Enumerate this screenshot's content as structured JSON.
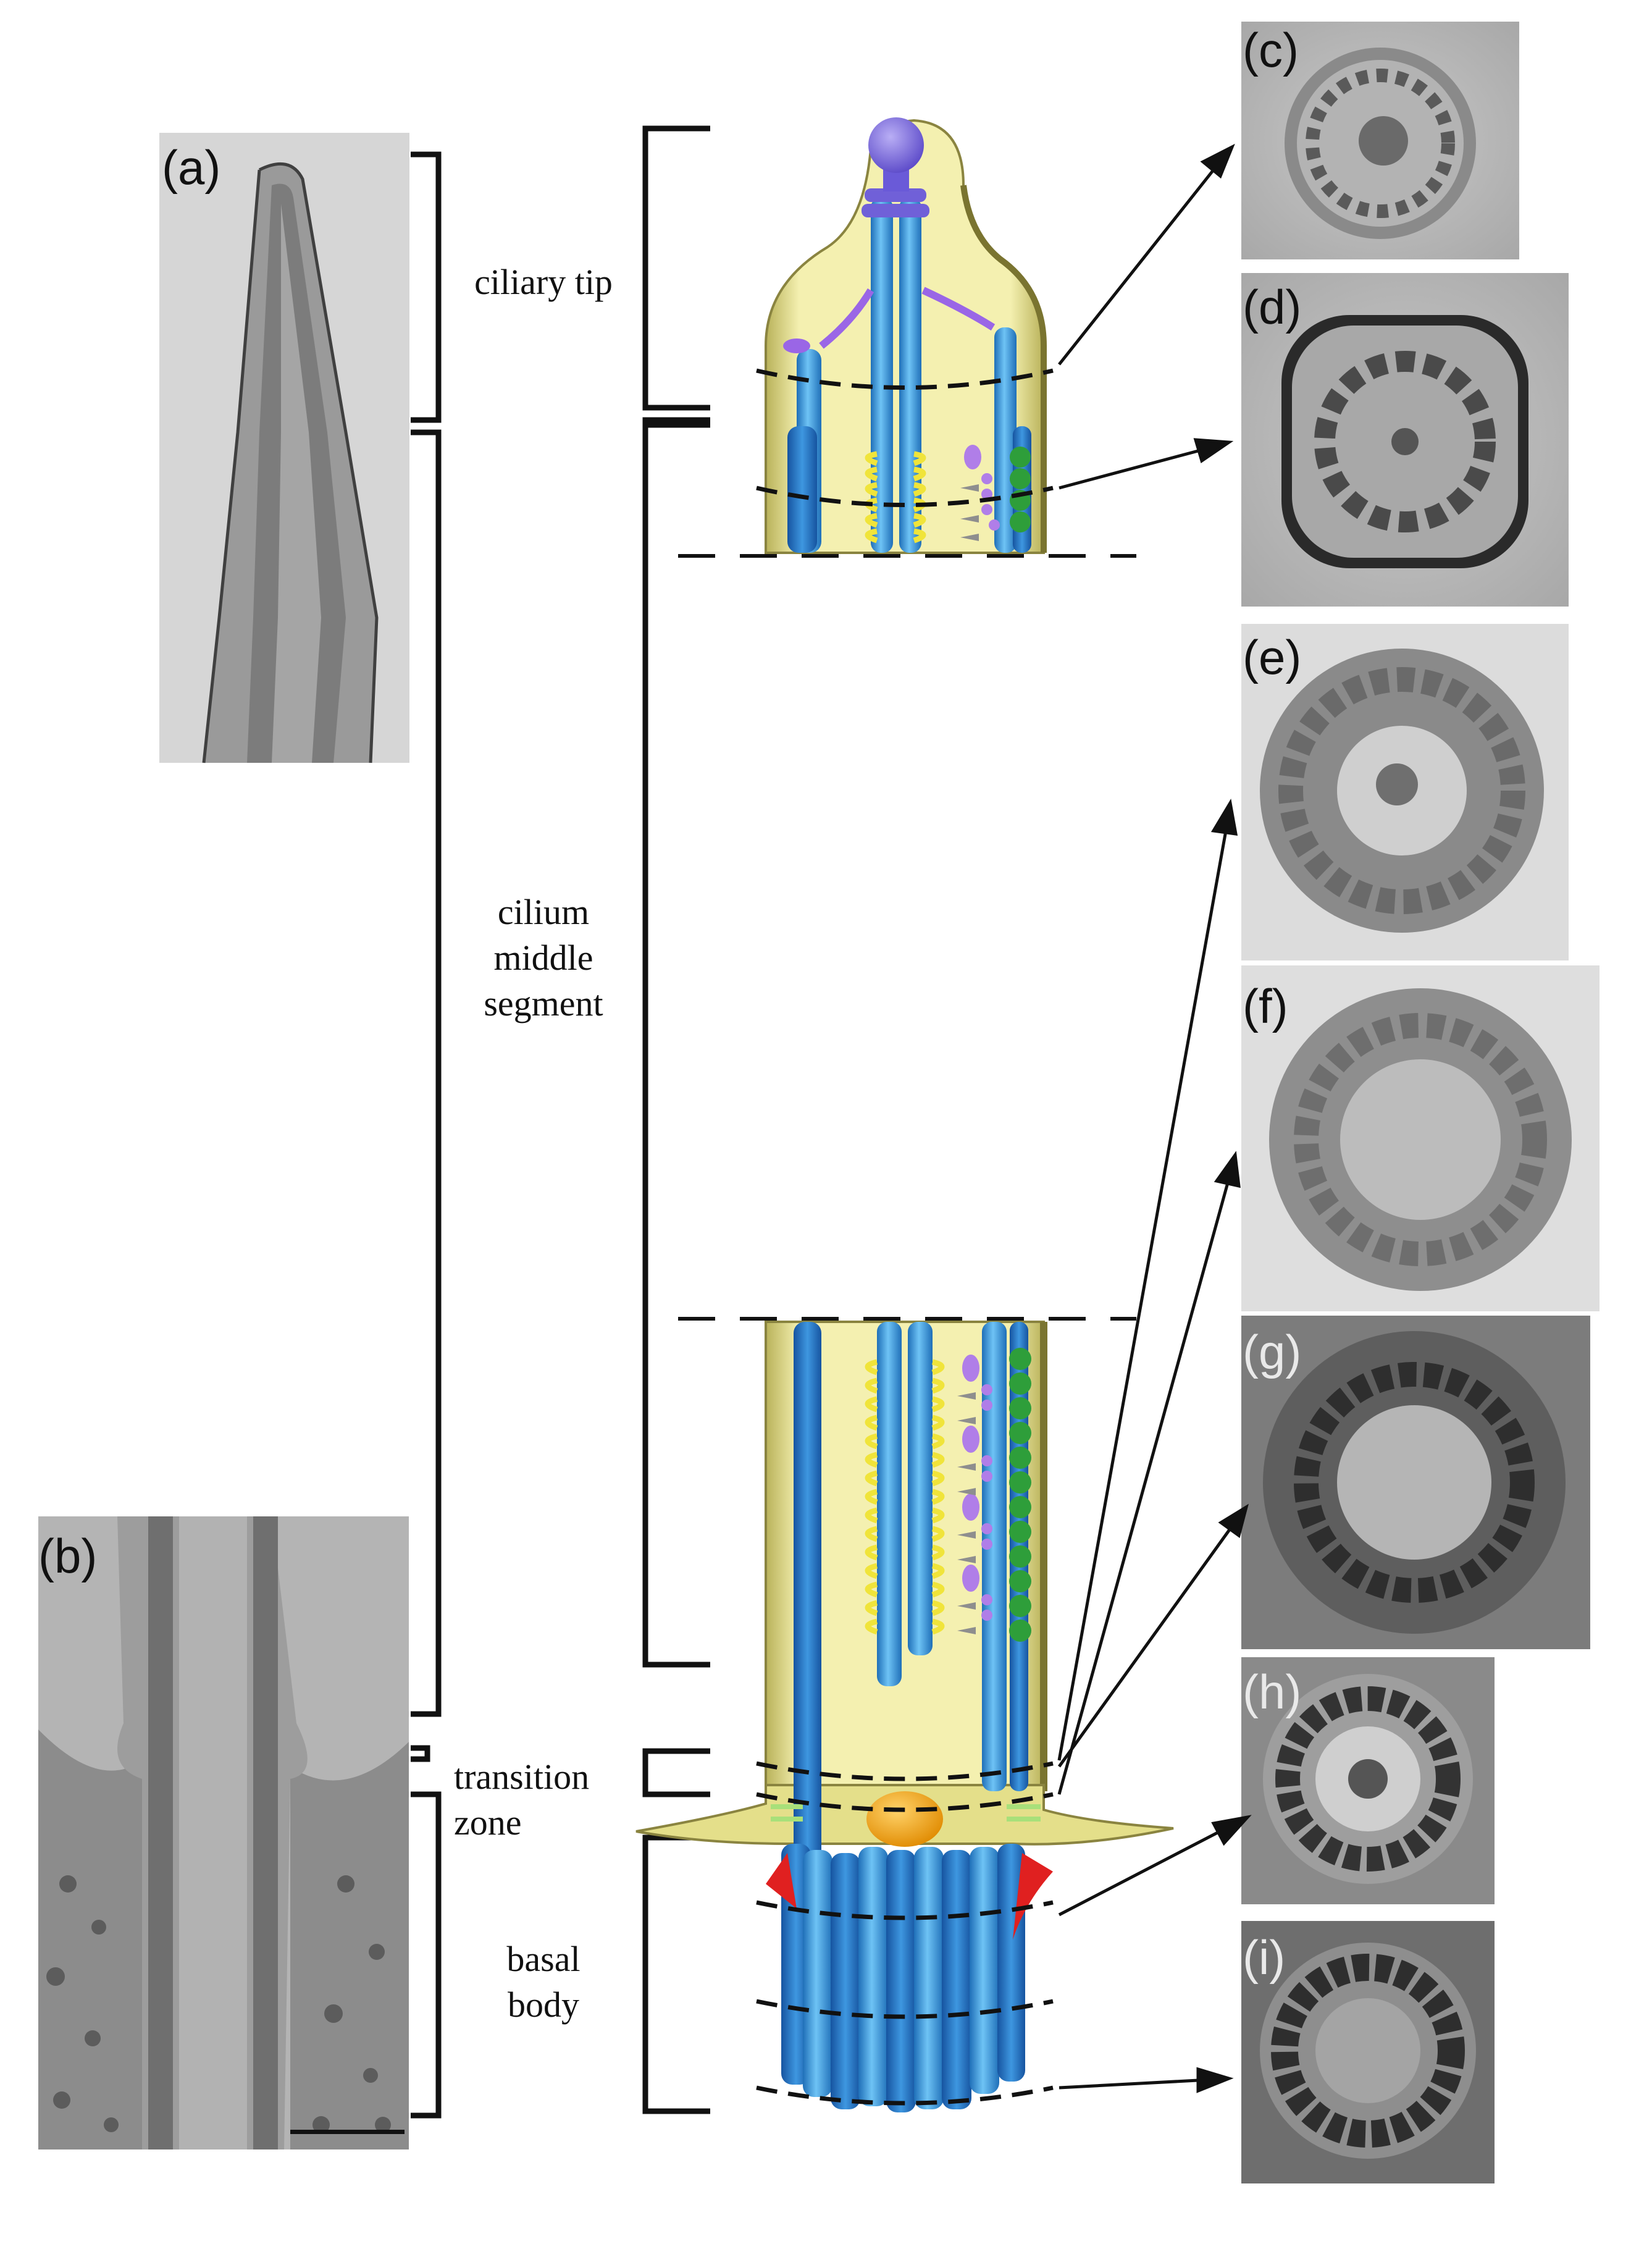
{
  "panels": {
    "a": "(a)",
    "b": "(b)",
    "c": "(c)",
    "d": "(d)",
    "e": "(e)",
    "f": "(f)",
    "g": "(g)",
    "h": "(h)",
    "i": "(i)"
  },
  "regions": {
    "ciliary_tip": "ciliary tip",
    "middle_segment": "cilium\nmiddle\nsegment",
    "transition_zone": "transition\nzone",
    "basal_body": "basal\nbody"
  },
  "colors": {
    "membrane": "#f2eea0",
    "microtubule": "#3f9ee0",
    "tip_cap": "#7b6be0",
    "radial_spokes": "#f0e43a",
    "dynein_arms": "#b07ee8",
    "nexin": "#2e9e3a",
    "transition_fibers": "#e02020",
    "basal_plate": "#f0a818"
  }
}
